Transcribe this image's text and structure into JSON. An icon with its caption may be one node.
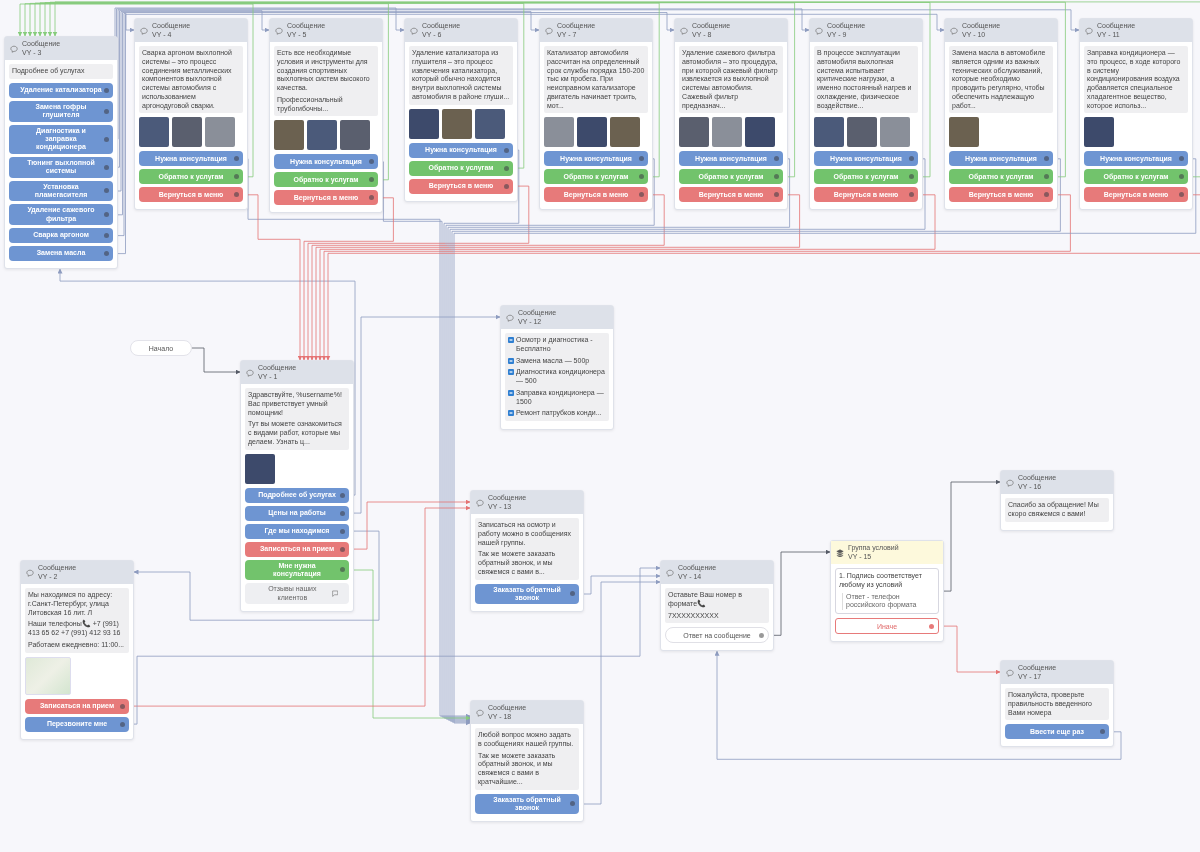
{
  "diagram": {
    "nodes": [
      {
        "text": [
          "Сообщение",
          "VY - 3",
          "Подробнее об услугах"
        ]
      },
      {
        "text": [
          "Удаление катализатора"
        ],
        "in": 0
      },
      {
        "text": [
          "Замена гофры глушителя"
        ],
        "in": 0
      },
      {
        "text": [
          "Диагностика и заправка кондиционера"
        ],
        "in": 0
      },
      {
        "text": [
          "Тюнинг выхлопной системы"
        ],
        "in": 0
      },
      {
        "text": [
          "Установка пламегасителя"
        ],
        "in": 0
      },
      {
        "text": [
          "Удаление сажевого фильтра"
        ],
        "in": 0
      },
      {
        "text": [
          "Сварка аргоном"
        ],
        "in": 0
      },
      {
        "text": [
          "Замена масла"
        ],
        "in": 0
      },
      {
        "text": [
          "Сообщение",
          "VY - 4",
          "Сварка аргоном выхлопной системы – это процесс соединения металлических компонентов выхлопной системы автомобиля с использованием аргонодуговой сварки."
        ]
      },
      {
        "text": [
          "Нужна консультация"
        ],
        "in": 9
      },
      {
        "text": [
          "Обратно к услугам"
        ],
        "in": 9
      },
      {
        "text": [
          "Вернуться в меню"
        ],
        "in": 9
      },
      {
        "text": [
          "Сообщение",
          "VY - 5",
          "Есть все необходимые условия и инструменты для создания спортивных выхлопных систем высокого качества.",
          "Профессиональный трубогибочны..."
        ]
      },
      {
        "text": [
          "Нужна консультация"
        ],
        "in": 13
      },
      {
        "text": [
          "Обратно к услугам"
        ],
        "in": 13
      },
      {
        "text": [
          "Вернуться в меню"
        ],
        "in": 13
      },
      {
        "text": [
          "Сообщение",
          "VY - 6",
          "Удаление катализатора из глушителя – это процесс извлечения катализатора, который обычно находится внутри выхлопной системы автомобиля в районе глуши..."
        ]
      },
      {
        "text": [
          "Нужна консультация"
        ],
        "in": 17
      },
      {
        "text": [
          "Обратно к услугам"
        ],
        "in": 17
      },
      {
        "text": [
          "Вернуться в меню"
        ],
        "in": 17
      },
      {
        "text": [
          "Сообщение",
          "VY - 7",
          "Катализатор автомобиля рассчитан на определенный срок службы порядка 150-200 тыс км пробега. При неисправном катализаторе двигатель начинает троить, мот..."
        ]
      },
      {
        "text": [
          "Нужна консультация"
        ],
        "in": 21
      },
      {
        "text": [
          "Обратно к услугам"
        ],
        "in": 21
      },
      {
        "text": [
          "Вернуться в меню"
        ],
        "in": 21
      },
      {
        "text": [
          "Сообщение",
          "VY - 8",
          "Удаление сажевого фильтра автомобиля – это процедура, при которой сажевый фильтр извлекается из выхлопной системы автомобиля. Сажевый фильтр предназнач..."
        ]
      },
      {
        "text": [
          "Нужна консультация"
        ],
        "in": 25
      },
      {
        "text": [
          "Обратно к услугам"
        ],
        "in": 25
      },
      {
        "text": [
          "Вернуться в меню"
        ],
        "in": 25
      },
      {
        "text": [
          "Сообщение",
          "VY - 9",
          "В процессе эксплуатации автомобиля выхлопная система испытывает критические нагрузки, а именно постоянный нагрев и охлаждение, физическое воздействие..."
        ]
      },
      {
        "text": [
          "Нужна консультация"
        ],
        "in": 29
      },
      {
        "text": [
          "Обратно к услугам"
        ],
        "in": 29
      },
      {
        "text": [
          "Вернуться в меню"
        ],
        "in": 29
      },
      {
        "text": [
          "Сообщение",
          "VY - 10",
          "Замена масла в автомобиле является одним из важных технических обслуживаний, которые необходимо проводить регулярно, чтобы обеспечить надлежащую работ..."
        ]
      },
      {
        "text": [
          "Нужна консультация"
        ],
        "in": 33
      },
      {
        "text": [
          "Обратно к услугам"
        ],
        "in": 33
      },
      {
        "text": [
          "Вернуться в меню"
        ],
        "in": 33
      },
      {
        "text": [
          "Сообщение",
          "VY - 11",
          "Заправка кондиционера — это процесс, в ходе которого в систему кондиционирования воздуха добавляется специальное хладагентное вещество, которое использ..."
        ]
      },
      {
        "text": [
          "Нужна консультация"
        ],
        "in": 37
      },
      {
        "text": [
          "Обратно к услугам"
        ],
        "in": 37
      },
      {
        "text": [
          "Вернуться в меню"
        ],
        "in": 37
      },
      {
        "text": [
          "Начало"
        ]
      },
      {
        "text": [
          "Сообщение",
          "VY - 1",
          "Здравствуйте, %username%! Вас приветствует умный помощник!",
          "Тут вы можете ознакомиться с видами работ, которые мы делаем. Узнать ц..."
        ]
      },
      {
        "text": [
          "Подробнее об услугах"
        ],
        "in": 42
      },
      {
        "text": [
          "Цены на работы"
        ],
        "in": 42
      },
      {
        "text": [
          "Где мы находимся"
        ],
        "in": 42
      },
      {
        "text": [
          "Записаться на прием"
        ],
        "in": 42
      },
      {
        "text": [
          "Мне нужна консультация"
        ],
        "in": 42
      },
      {
        "text": [
          "Отзывы наших клиентов"
        ],
        "in": 42
      },
      {
        "text": [
          "Сообщение",
          "VY - 12",
          "Осмотр и диагностика - Бесплатно",
          "Замена масла — 500р",
          "Диагностика кондиционера — 500",
          "Заправка кондиционера — 1500",
          "Ремонт патрубков конди..."
        ]
      },
      {
        "text": [
          "Сообщение",
          "VY - 2",
          "Мы находимся по адресу: г.Санкт-Петербург, улица Литовская 16 лит. Л",
          "Наши телефоны📞 +7 (991) 413 65 62 +7 (991) 412 93 16",
          "Работаем ежедневно: 11:00..."
        ]
      },
      {
        "text": [
          "Записаться на прием"
        ],
        "in": 50
      },
      {
        "text": [
          "Перезвоните мне"
        ],
        "in": 50
      },
      {
        "text": [
          "Сообщение",
          "VY - 13",
          "Записаться на осмотр и работу можно в сообщениях нашей группы.",
          "Так же можете заказать обратный звонок, и мы свяжемся с вами в..."
        ]
      },
      {
        "text": [
          "Заказать обратный звонок"
        ],
        "in": 53
      },
      {
        "text": [
          "Сообщение",
          "VY - 14",
          "Оставьте Ваш номер в формате📞",
          "7XXXXXXXXXX"
        ]
      },
      {
        "text": [
          "Ответ на сообщение"
        ],
        "in": 55
      },
      {
        "text": [
          "Группа условий",
          "VY - 15"
        ]
      },
      {
        "text": [
          "1. Подпись соответствует любому из условий",
          "Ответ - телефон российского формата"
        ],
        "in": 57
      },
      {
        "text": [
          "Иначе"
        ],
        "in": 57
      },
      {
        "text": [
          "Сообщение",
          "VY - 16",
          "Спасибо за обращение! Мы скоро свяжемся с вами!"
        ]
      },
      {
        "text": [
          "Сообщение",
          "VY - 17",
          "Пожалуйста, проверьте правильность введенного Вами номера"
        ]
      },
      {
        "text": [
          "Ввести еще раз"
        ],
        "in": 61
      },
      {
        "text": [
          "Сообщение",
          "VY - 18",
          "Любой вопрос можно задать в сообщениях нашей группы.",
          "Так же можете заказать обратный звонок, и мы свяжемся с вами в кратчайшие..."
        ]
      },
      {
        "text": [
          "Заказать обратный звонок"
        ],
        "in": 63
      }
    ],
    "edges": [
      {
        "from": 41,
        "to": 42,
        "arrow": "to",
        "color": "#555a66"
      },
      {
        "from": 43,
        "to": 0,
        "arrow": "to"
      },
      {
        "from": 1,
        "to": 17,
        "arrow": "to"
      },
      {
        "from": 2,
        "to": 29,
        "arrow": "to"
      },
      {
        "from": 3,
        "to": 37,
        "arrow": "to"
      },
      {
        "from": 4,
        "to": 13,
        "arrow": "to"
      },
      {
        "from": 5,
        "to": 21,
        "arrow": "to"
      },
      {
        "from": 6,
        "to": 25,
        "arrow": "to"
      },
      {
        "from": 7,
        "to": 9,
        "arrow": "to"
      },
      {
        "from": 8,
        "to": 33,
        "arrow": "to"
      },
      {
        "from": 10,
        "to": 63,
        "arrow": "to"
      },
      {
        "from": 11,
        "to": 0,
        "arrow": "to",
        "color": "#86cc7c"
      },
      {
        "from": 12,
        "to": 42,
        "arrow": "to",
        "color": "#e57373"
      },
      {
        "from": 14,
        "to": 63,
        "arrow": "to"
      },
      {
        "from": 15,
        "to": 0,
        "arrow": "to",
        "color": "#86cc7c"
      },
      {
        "from": 16,
        "to": 42,
        "arrow": "to",
        "color": "#e57373"
      },
      {
        "from": 18,
        "to": 63,
        "arrow": "to"
      },
      {
        "from": 19,
        "to": 0,
        "arrow": "to",
        "color": "#86cc7c"
      },
      {
        "from": 20,
        "to": 42,
        "arrow": "to",
        "color": "#e57373"
      },
      {
        "from": 22,
        "to": 63,
        "arrow": "to"
      },
      {
        "from": 23,
        "to": 0,
        "arrow": "to",
        "color": "#86cc7c"
      },
      {
        "from": 24,
        "to": 42,
        "arrow": "to",
        "color": "#e57373"
      },
      {
        "from": 26,
        "to": 63,
        "arrow": "to"
      },
      {
        "from": 27,
        "to": 0,
        "arrow": "to",
        "color": "#86cc7c"
      },
      {
        "from": 28,
        "to": 42,
        "arrow": "to",
        "color": "#e57373"
      },
      {
        "from": 30,
        "to": 63,
        "arrow": "to"
      },
      {
        "from": 31,
        "to": 0,
        "arrow": "to",
        "color": "#86cc7c"
      },
      {
        "from": 32,
        "to": 42,
        "arrow": "to",
        "color": "#e57373"
      },
      {
        "from": 34,
        "to": 63,
        "arrow": "to"
      },
      {
        "from": 35,
        "to": 0,
        "arrow": "to",
        "color": "#86cc7c"
      },
      {
        "from": 36,
        "to": 42,
        "arrow": "to",
        "color": "#e57373"
      },
      {
        "from": 38,
        "to": 63,
        "arrow": "to"
      },
      {
        "from": 39,
        "to": 0,
        "arrow": "to",
        "color": "#86cc7c"
      },
      {
        "from": 40,
        "to": 42,
        "arrow": "to",
        "color": "#e57373"
      },
      {
        "from": 44,
        "to": 49,
        "arrow": "to"
      },
      {
        "from": 45,
        "to": 50,
        "arrow": "to"
      },
      {
        "from": 46,
        "to": 53,
        "arrow": "to",
        "color": "#e57373"
      },
      {
        "from": 47,
        "to": 63,
        "arrow": "to",
        "color": "#86cc7c"
      },
      {
        "from": 51,
        "to": 53,
        "arrow": "to",
        "color": "#e57373"
      },
      {
        "from": 52,
        "to": 55,
        "arrow": "to"
      },
      {
        "from": 54,
        "to": 55,
        "arrow": "to"
      },
      {
        "from": 64,
        "to": 55,
        "arrow": "to"
      },
      {
        "from": 56,
        "to": 57,
        "arrow": "to",
        "color": "#555a66"
      },
      {
        "from": 58,
        "to": 60,
        "arrow": "to",
        "color": "#555a66"
      },
      {
        "from": 59,
        "to": 61,
        "arrow": "to",
        "color": "#e57373"
      },
      {
        "from": 62,
        "to": 55,
        "arrow": "to"
      }
    ]
  }
}
